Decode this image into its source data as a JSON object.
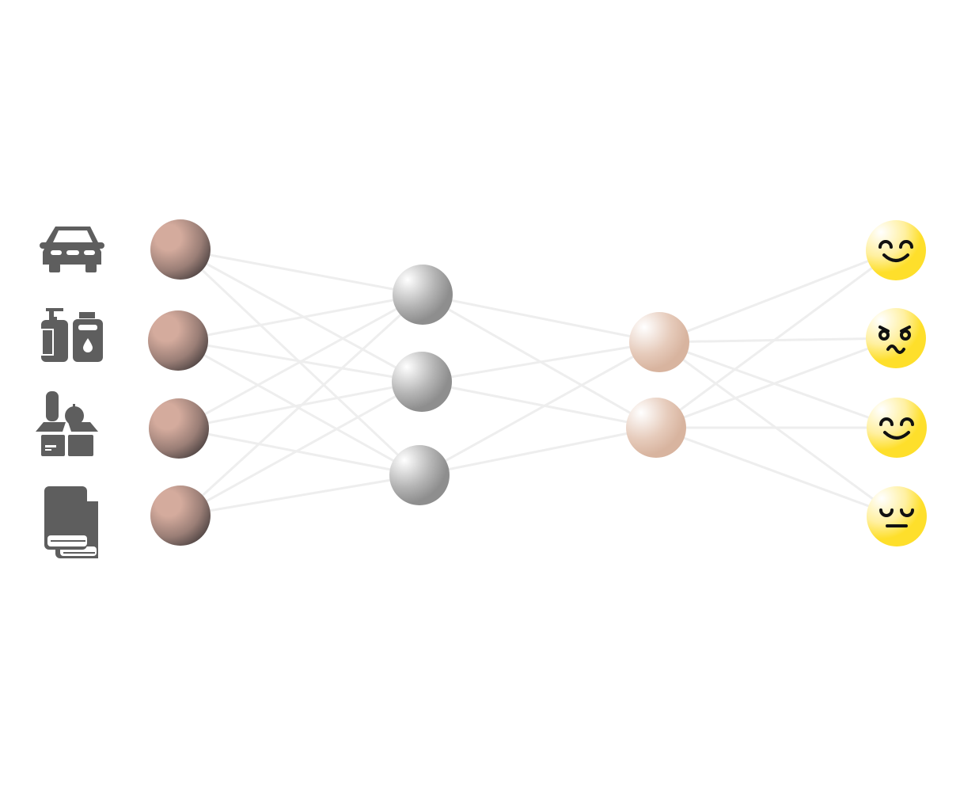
{
  "diagram": {
    "type": "neural-network",
    "layers": [
      {
        "name": "input",
        "nodes": 4,
        "color": "#d4ab9d",
        "shade": "#4a4242"
      },
      {
        "name": "hidden-1",
        "nodes": 3,
        "color": "#8e8e8e",
        "shade": "#ffffff"
      },
      {
        "name": "hidden-2",
        "nodes": 2,
        "color": "#d8b49f",
        "shade": "#ffffff"
      },
      {
        "name": "output",
        "nodes": 4,
        "color": "#fedf2b",
        "shade": "#ffffff"
      }
    ],
    "edge_color": "#eeeeee",
    "input_icons": [
      "car-icon",
      "toiletries-icon",
      "groceries-box-icon",
      "books-icon"
    ],
    "output_icons": [
      "happy-face-icon",
      "angry-face-icon",
      "happy-face-icon",
      "neutral-face-icon"
    ],
    "icon_color": "#5e5e5e",
    "face_color": "#111111"
  }
}
